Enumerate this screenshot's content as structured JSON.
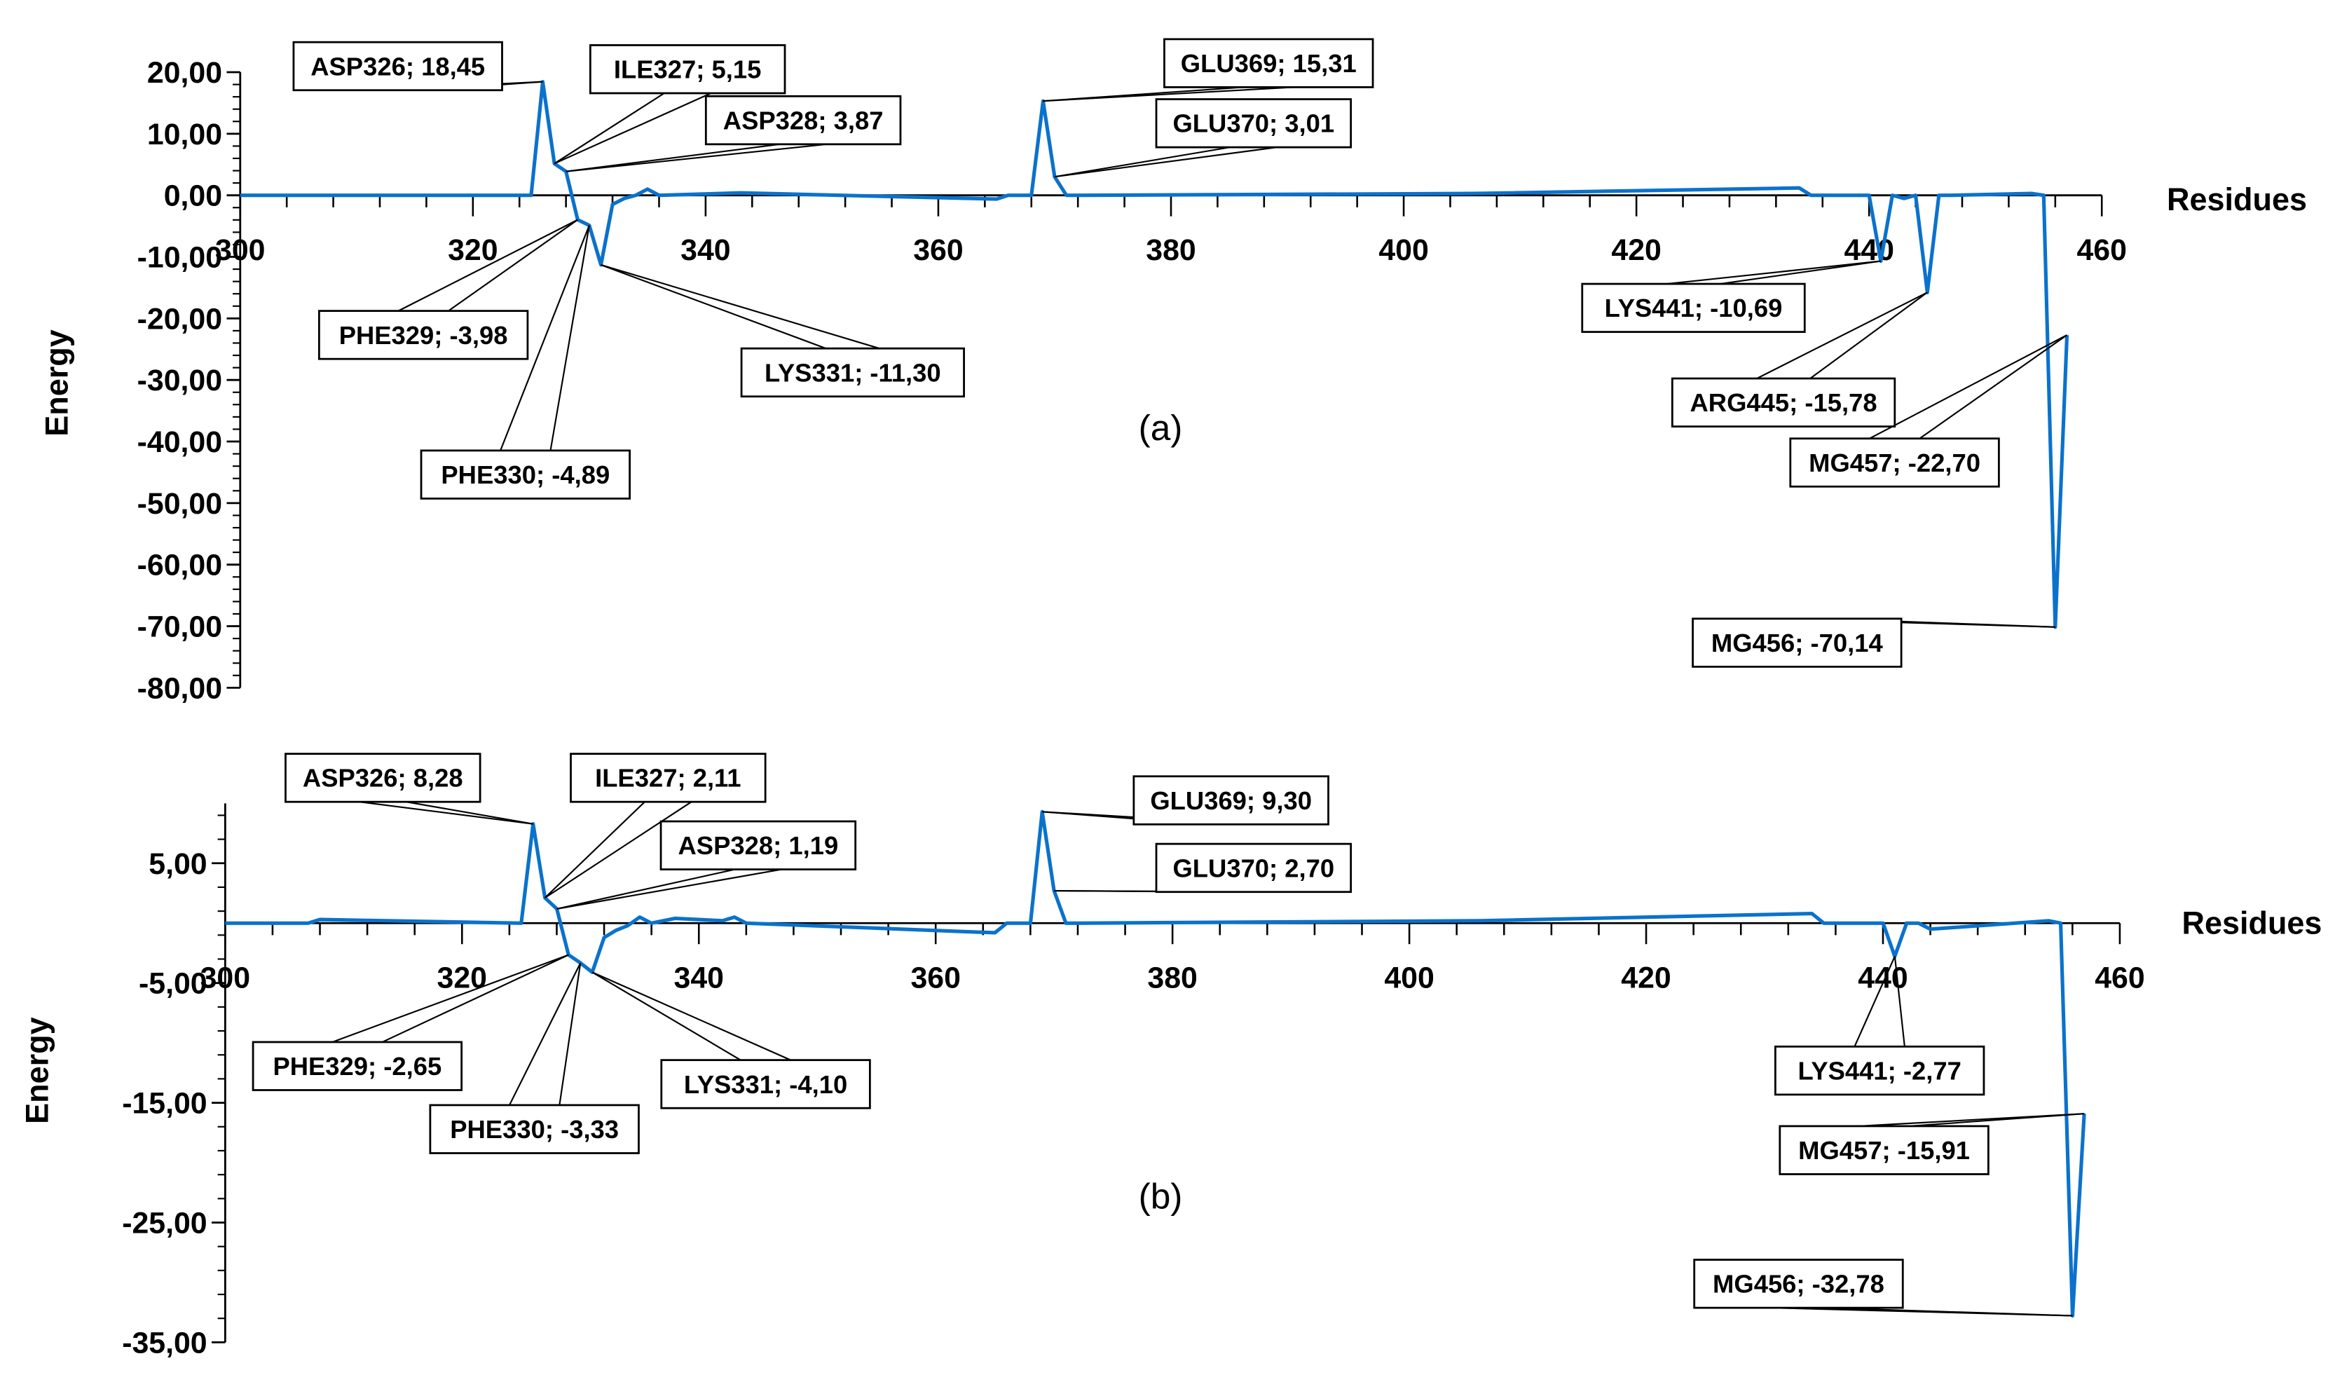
{
  "colors": {
    "series": "#0A72CC",
    "axis": "#000000",
    "callout_border": "#000000"
  },
  "chart_data": [
    {
      "type": "line",
      "panel": "(a)",
      "xlabel": "Residues",
      "ylabel": "Energy",
      "xlim": [
        300,
        460
      ],
      "ylim": [
        -80,
        20
      ],
      "xticks": [
        "300",
        "320",
        "340",
        "360",
        "380",
        "400",
        "420",
        "440",
        "460"
      ],
      "yticks": [
        "20,00",
        "10,00",
        "0,00",
        "-10,00",
        "-20,00",
        "-30,00",
        "-40,00",
        "-50,00",
        "-60,00",
        "-70,00",
        "-80,00"
      ],
      "x": [
        300,
        325,
        326,
        327,
        328,
        329,
        330,
        331,
        332,
        333,
        334,
        335,
        336,
        343,
        365,
        366,
        367,
        368,
        369,
        370,
        371,
        372,
        406,
        434,
        435,
        440,
        441,
        442,
        443,
        444,
        445,
        446,
        447,
        454,
        455,
        456,
        457
      ],
      "y": [
        0,
        0,
        18.45,
        5.15,
        3.87,
        -3.98,
        -4.89,
        -11.3,
        -1.5,
        -0.5,
        0,
        1,
        0,
        0.4,
        -0.6,
        0,
        0,
        0,
        15.31,
        3.01,
        0,
        0,
        0.3,
        1.2,
        0,
        0,
        -10.69,
        0,
        -0.5,
        0,
        -15.78,
        0,
        0,
        0.3,
        0,
        -70.14,
        -22.7
      ],
      "annotations": [
        {
          "text": "ASP326; 18,45",
          "x": 326,
          "y": 18.45
        },
        {
          "text": "ILE327; 5,15",
          "x": 327,
          "y": 5.15
        },
        {
          "text": "ASP328; 3,87",
          "x": 328,
          "y": 3.87
        },
        {
          "text": "GLU369; 15,31",
          "x": 369,
          "y": 15.31
        },
        {
          "text": "GLU370; 3,01",
          "x": 370,
          "y": 3.01
        },
        {
          "text": "PHE329; -3,98",
          "x": 329,
          "y": -3.98
        },
        {
          "text": "LYS331; -11,30",
          "x": 331,
          "y": -11.3
        },
        {
          "text": "PHE330; -4,89",
          "x": 330,
          "y": -4.89
        },
        {
          "text": "LYS441; -10,69",
          "x": 441,
          "y": -10.69
        },
        {
          "text": "ARG445; -15,78",
          "x": 445,
          "y": -15.78
        },
        {
          "text": "MG457; -22,70",
          "x": 457,
          "y": -22.7
        },
        {
          "text": "MG456; -70,14",
          "x": 456,
          "y": -70.14
        }
      ]
    },
    {
      "type": "line",
      "panel": "(b)",
      "xlabel": "Residues",
      "ylabel": "Energy",
      "xlim": [
        300,
        460
      ],
      "ylim": [
        -35,
        10
      ],
      "xticks": [
        "300",
        "320",
        "340",
        "360",
        "380",
        "400",
        "420",
        "440",
        "460"
      ],
      "yticks": [
        "5,00",
        "-5,00",
        "-15,00",
        "-25,00",
        "-35,00"
      ],
      "x": [
        300,
        307,
        308,
        325,
        326,
        327,
        328,
        329,
        330,
        331,
        332,
        333,
        334,
        335,
        336,
        338,
        342,
        343,
        344,
        365,
        366,
        367,
        368,
        369,
        370,
        371,
        372,
        406,
        434,
        435,
        440,
        441,
        442,
        443,
        444,
        454,
        455,
        456,
        457
      ],
      "y": [
        0,
        0,
        0.3,
        0,
        8.28,
        2.11,
        1.19,
        -2.65,
        -3.33,
        -4.1,
        -1.2,
        -0.6,
        -0.2,
        0.5,
        0,
        0.4,
        0.2,
        0.5,
        0,
        -0.8,
        0,
        0,
        0,
        9.3,
        2.7,
        0,
        0,
        0.2,
        0.8,
        0,
        0,
        -2.77,
        0,
        0,
        -0.5,
        0.2,
        0,
        -32.78,
        -15.91
      ],
      "annotations": [
        {
          "text": "ASP326; 8,28",
          "x": 326,
          "y": 8.28
        },
        {
          "text": "ILE327; 2,11",
          "x": 327,
          "y": 2.11
        },
        {
          "text": "ASP328; 1,19",
          "x": 328,
          "y": 1.19
        },
        {
          "text": "GLU369; 9,30",
          "x": 369,
          "y": 9.3
        },
        {
          "text": "GLU370; 2,70",
          "x": 370,
          "y": 2.7
        },
        {
          "text": "PHE329; -2,65",
          "x": 329,
          "y": -2.65
        },
        {
          "text": "PHE330; -3,33",
          "x": 330,
          "y": -3.33
        },
        {
          "text": "LYS331; -4,10",
          "x": 331,
          "y": -4.1
        },
        {
          "text": "LYS441; -2,77",
          "x": 441,
          "y": -2.77
        },
        {
          "text": "MG457; -15,91",
          "x": 457,
          "y": -15.91
        },
        {
          "text": "MG456; -32,78",
          "x": 456,
          "y": -32.78
        }
      ]
    }
  ]
}
